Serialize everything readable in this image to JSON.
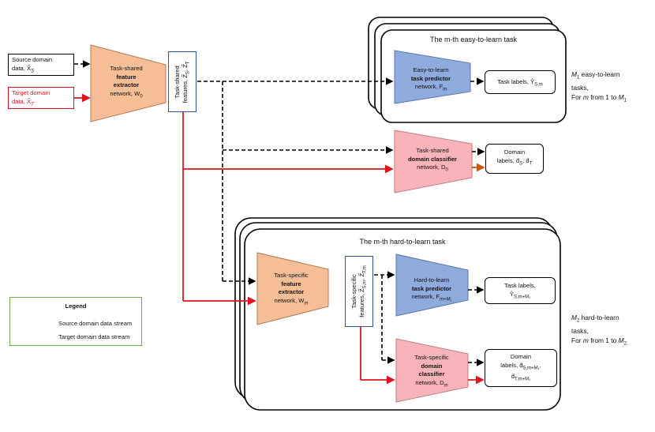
{
  "inputs": {
    "source_line1": "Source domain",
    "source_line2": "data, X̃",
    "source_sub": "S",
    "target_line1": "Target domain",
    "target_line2": "data, X̃",
    "target_sub": "T"
  },
  "shared_extractor": {
    "line1": "Task-shared",
    "line2": "feature",
    "line3": "extractor",
    "line4": "network, W",
    "sub": "0"
  },
  "shared_features": {
    "line1": "Task-shared",
    "line2": "features, Z̃",
    "sub_s": "S",
    "sep": ", Z̃",
    "sub_t": "T"
  },
  "easy_task": {
    "title": "The m-th easy-to-learn task",
    "predictor_line1": "Easy-to-learn",
    "predictor_line2": "task predictor",
    "predictor_line3": "network, F",
    "predictor_sub": "m",
    "labels_text": "Task labels, Ŷ",
    "labels_sub": "S,m"
  },
  "easy_note": {
    "line1_var": "M",
    "line1_sub": "1",
    "line1_rest": " easy-to-learn",
    "line2": "tasks,",
    "line3_a": "For ",
    "line3_m": "m",
    "line3_b": " from 1 to ",
    "line3_var": "M",
    "line3_sub": "1"
  },
  "shared_classifier": {
    "line1": "Task-shared",
    "line2": "domain classifier",
    "line3": "network, D",
    "sub": "0",
    "labels_line1": "Domain",
    "labels_line2": "labels, d̂",
    "labels_sub_s": "S",
    "labels_sep": ", d̂",
    "labels_sub_t": "T"
  },
  "hard_task": {
    "title": "The m-th hard-to-learn task",
    "extractor_line1": "Task-specific",
    "extractor_line2": "feature",
    "extractor_line3": "extractor",
    "extractor_line4": "network, W",
    "extractor_sub": "m",
    "features_line1": "Task-specific",
    "features_line2": "features, Z̃",
    "features_sub_s": "S,m",
    "features_sep": ", Z̃",
    "features_sub_t": "T,m",
    "predictor_line1": "Hard-to-learn",
    "predictor_line2": "task predictor",
    "predictor_line3": "network, F",
    "predictor_sub": "m+M₁",
    "labels_line1": "Task labels,",
    "labels_line2": "Ŷ",
    "labels_sub": "S,m+M₁",
    "classifier_line1": "Task-specific",
    "classifier_line2": "domain",
    "classifier_line3": "classifier",
    "classifier_line4": "network, D",
    "classifier_sub": "m",
    "dlabels_line1": "Domain",
    "dlabels_line2": "labels, d̂",
    "dlabels_sub2": "S,m+M₁",
    "dlabels_line3": "d̂",
    "dlabels_sub3": "T,m+M₁"
  },
  "hard_note": {
    "line1_var": "M",
    "line1_sub": "2",
    "line1_rest": " hard-to-learn",
    "line2": "tasks,",
    "line3_a": "For ",
    "line3_m": "m",
    "line3_b": " from 1 to ",
    "line3_var": "M",
    "line3_sub": "2"
  },
  "legend": {
    "title": "Legend",
    "source": "Source domain data stream",
    "target": "Target domain data stream"
  },
  "colors": {
    "extractor_fill": "#f5be96",
    "predictor_fill": "#8faadc",
    "classifier_fill": "#f8b4b8",
    "target_red": "#e0141e",
    "legend_border": "#70ad47",
    "feature_border": "#2f5597"
  }
}
